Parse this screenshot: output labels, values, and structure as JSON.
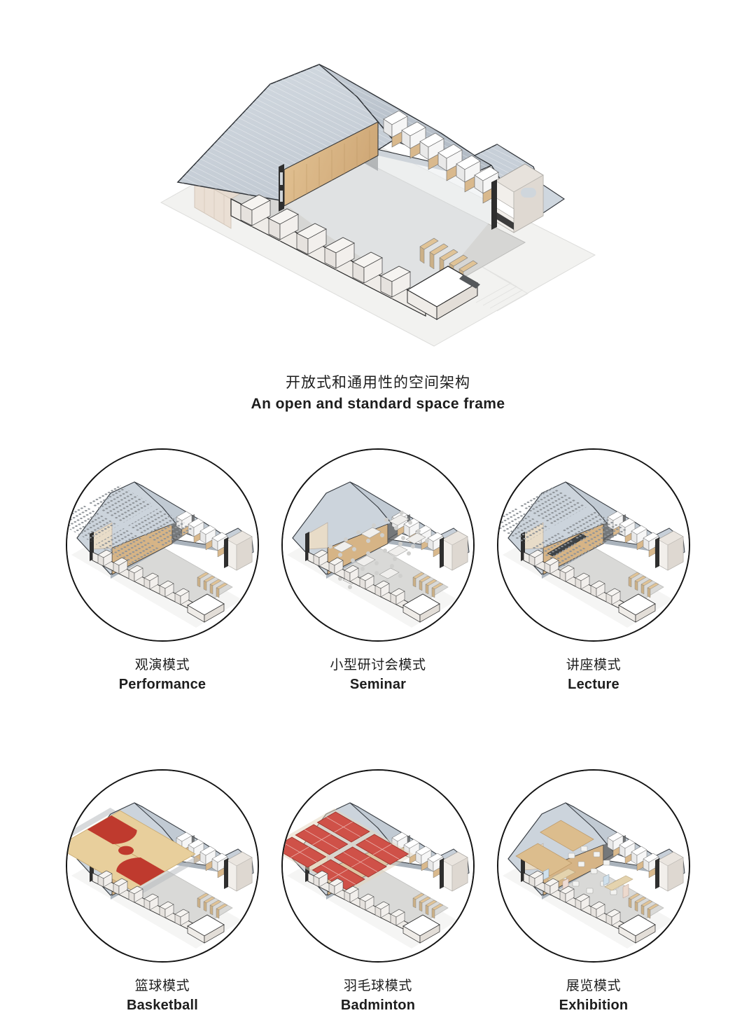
{
  "hero": {
    "name": "isometric-cutaway-hall",
    "description": "Axonometric cutaway of a gabled multi-purpose hall on a pale plinth"
  },
  "caption": {
    "cn": "开放式和通用性的空间架构",
    "en": "An open and standard space frame"
  },
  "modes": [
    {
      "id": "performance",
      "cn": "观演模式",
      "en": "Performance"
    },
    {
      "id": "seminar",
      "cn": "小型研讨会模式",
      "en": "Seminar"
    },
    {
      "id": "lecture",
      "cn": "讲座模式",
      "en": "Lecture"
    },
    {
      "id": "basketball",
      "cn": "篮球模式",
      "en": "Basketball"
    },
    {
      "id": "badminton",
      "cn": "羽毛球模式",
      "en": "Badminton"
    },
    {
      "id": "exhibition",
      "cn": "展览模式",
      "en": "Exhibition"
    }
  ],
  "colors": {
    "background": "#ffffff",
    "text": "#1d1d1d",
    "ring_stroke": "#141414",
    "roof": "#c9d1d9",
    "roof_shade": "#b6bfc9",
    "floor": "#d6d6d4",
    "ground": "#f2f2f0",
    "wood": "#d8b98a",
    "wood_light": "#e8d3ae",
    "court_wood": "#e8cf9c",
    "court_red": "#c0392f",
    "badminton_red": "#cf5148",
    "outline": "#2a2a2a",
    "seat": "#9aa0a4"
  }
}
